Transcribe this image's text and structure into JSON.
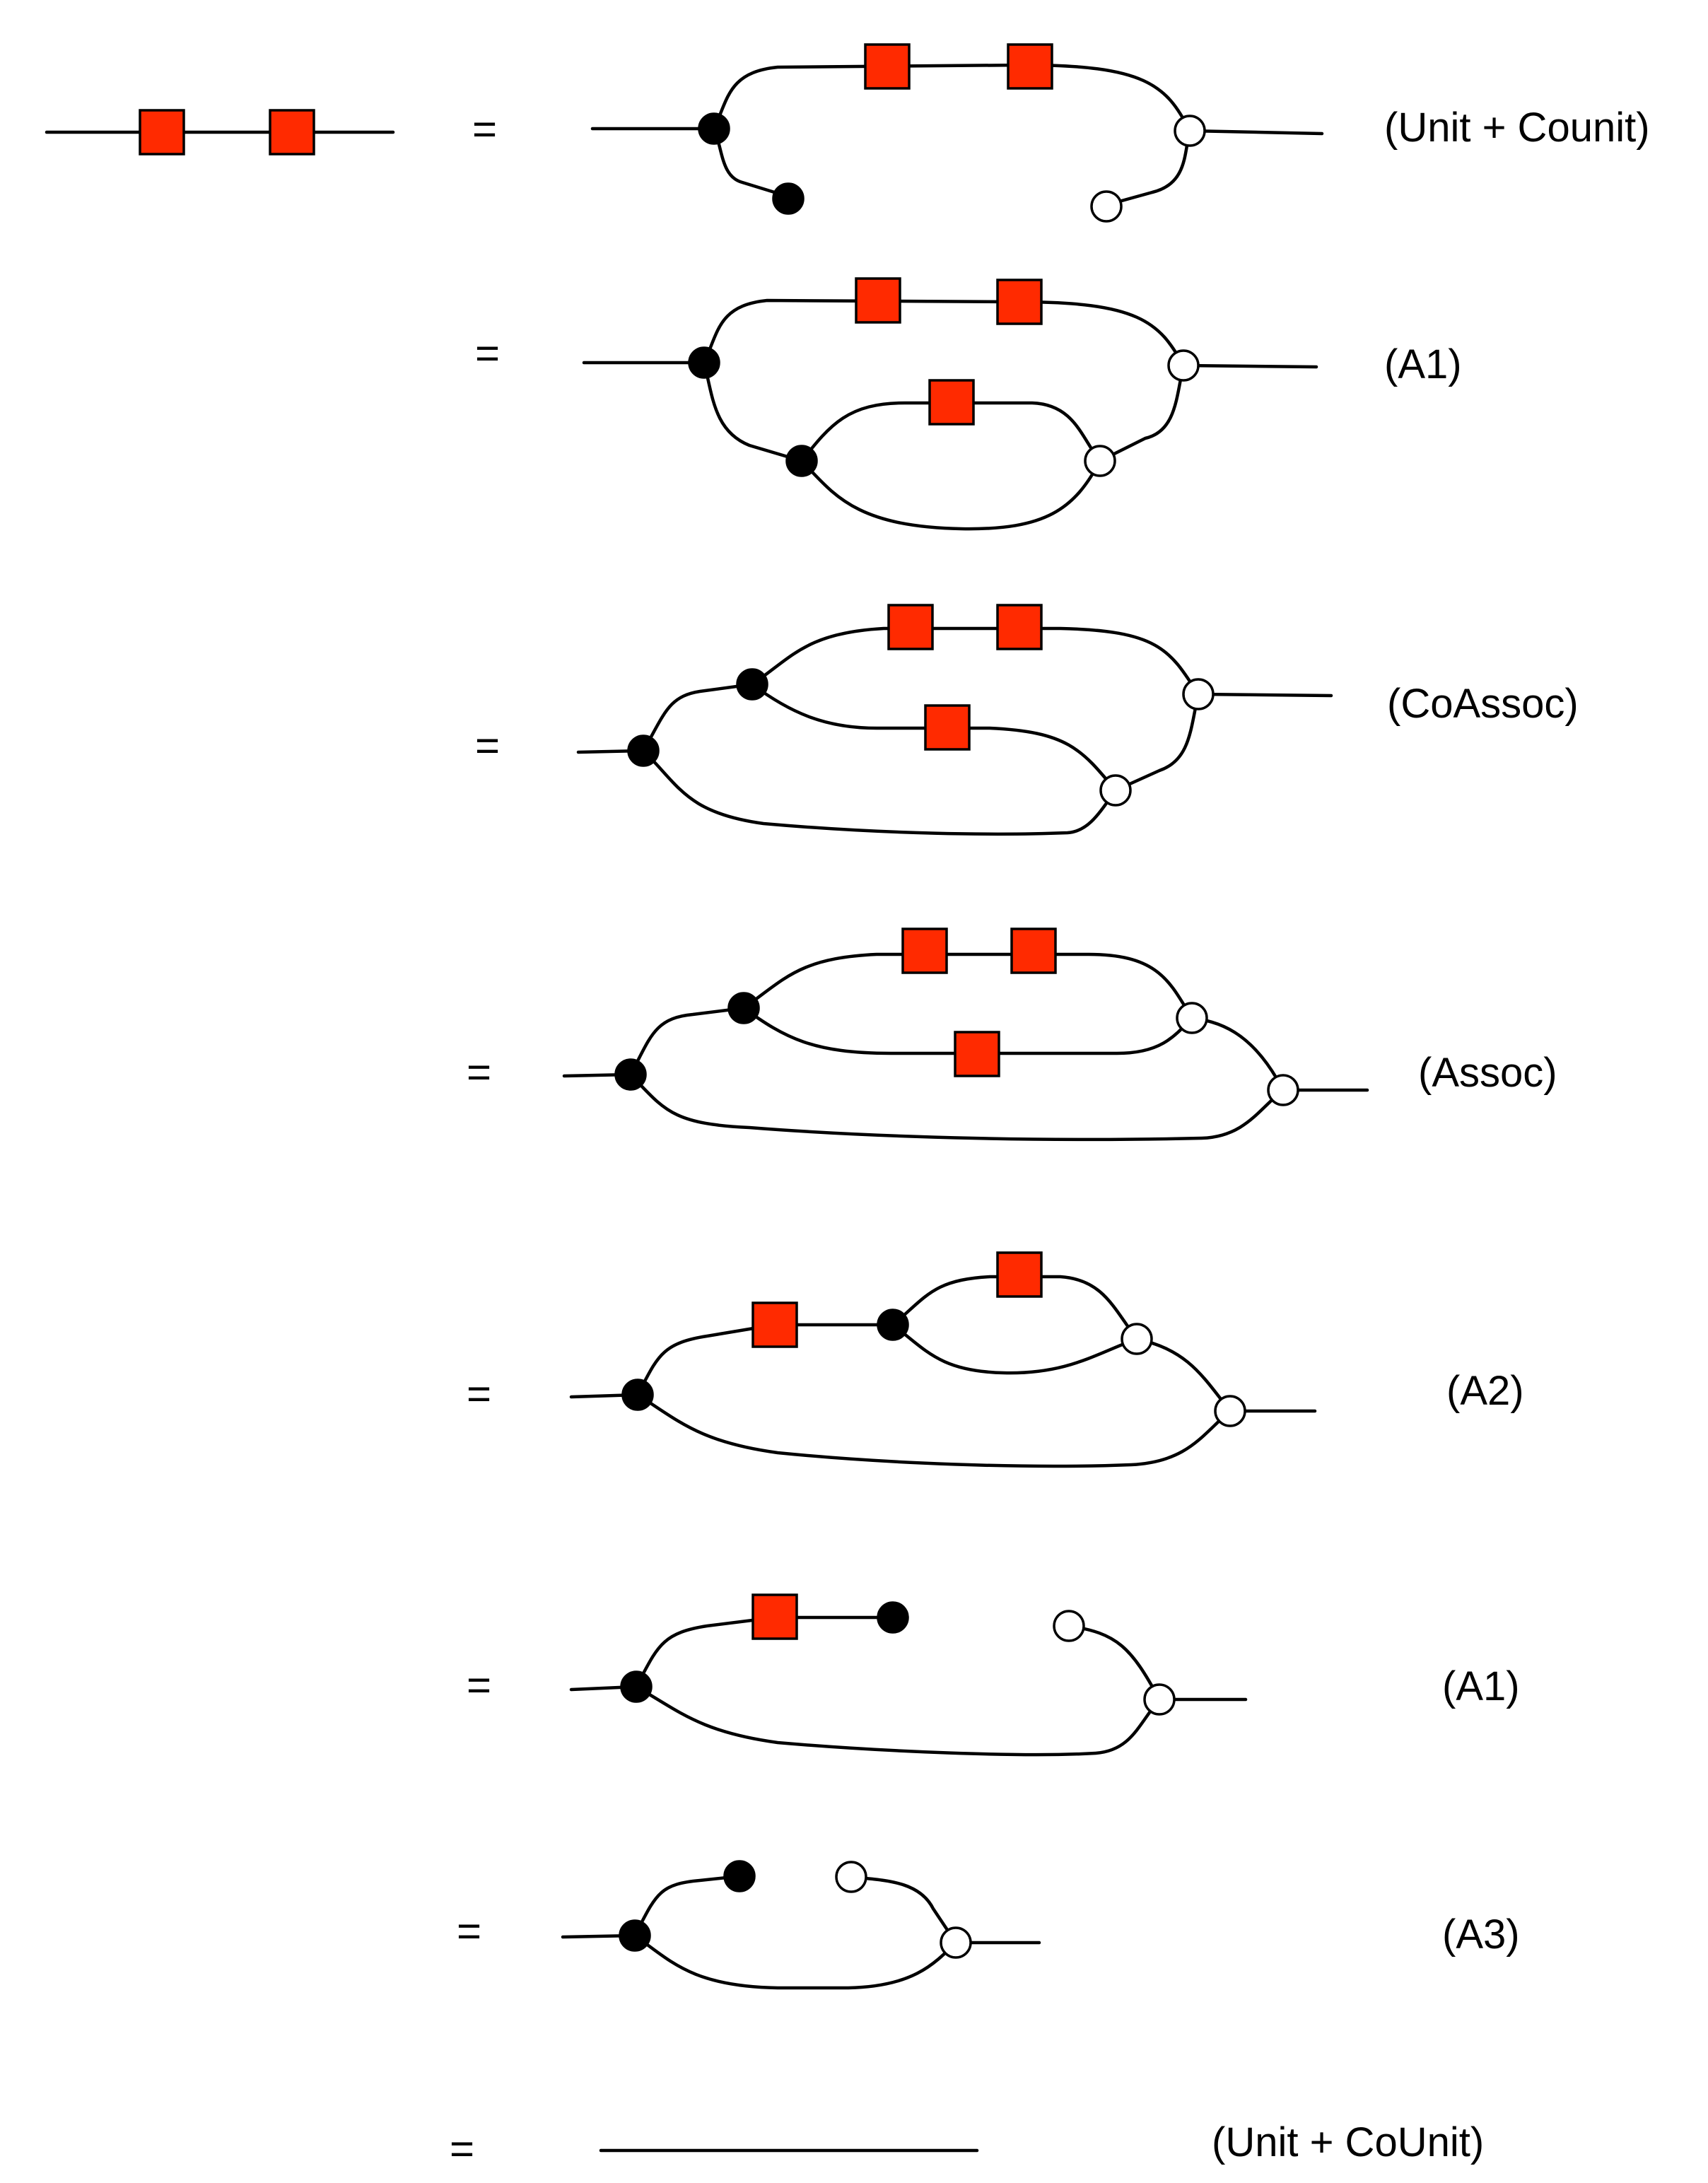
{
  "colors": {
    "box_fill": "#ff2a00",
    "black_node": "#000000",
    "white_node": "#ffffff",
    "wire": "#000000"
  },
  "equals_sign": "=",
  "steps": [
    {
      "label": "(Unit + Counit)"
    },
    {
      "label": "(A1)"
    },
    {
      "label": "(CoAssoc)"
    },
    {
      "label": "(Assoc)"
    },
    {
      "label": "(A2)"
    },
    {
      "label": "(A1)"
    },
    {
      "label": "(A3)"
    },
    {
      "label": "(Unit + CoUnit)"
    }
  ]
}
